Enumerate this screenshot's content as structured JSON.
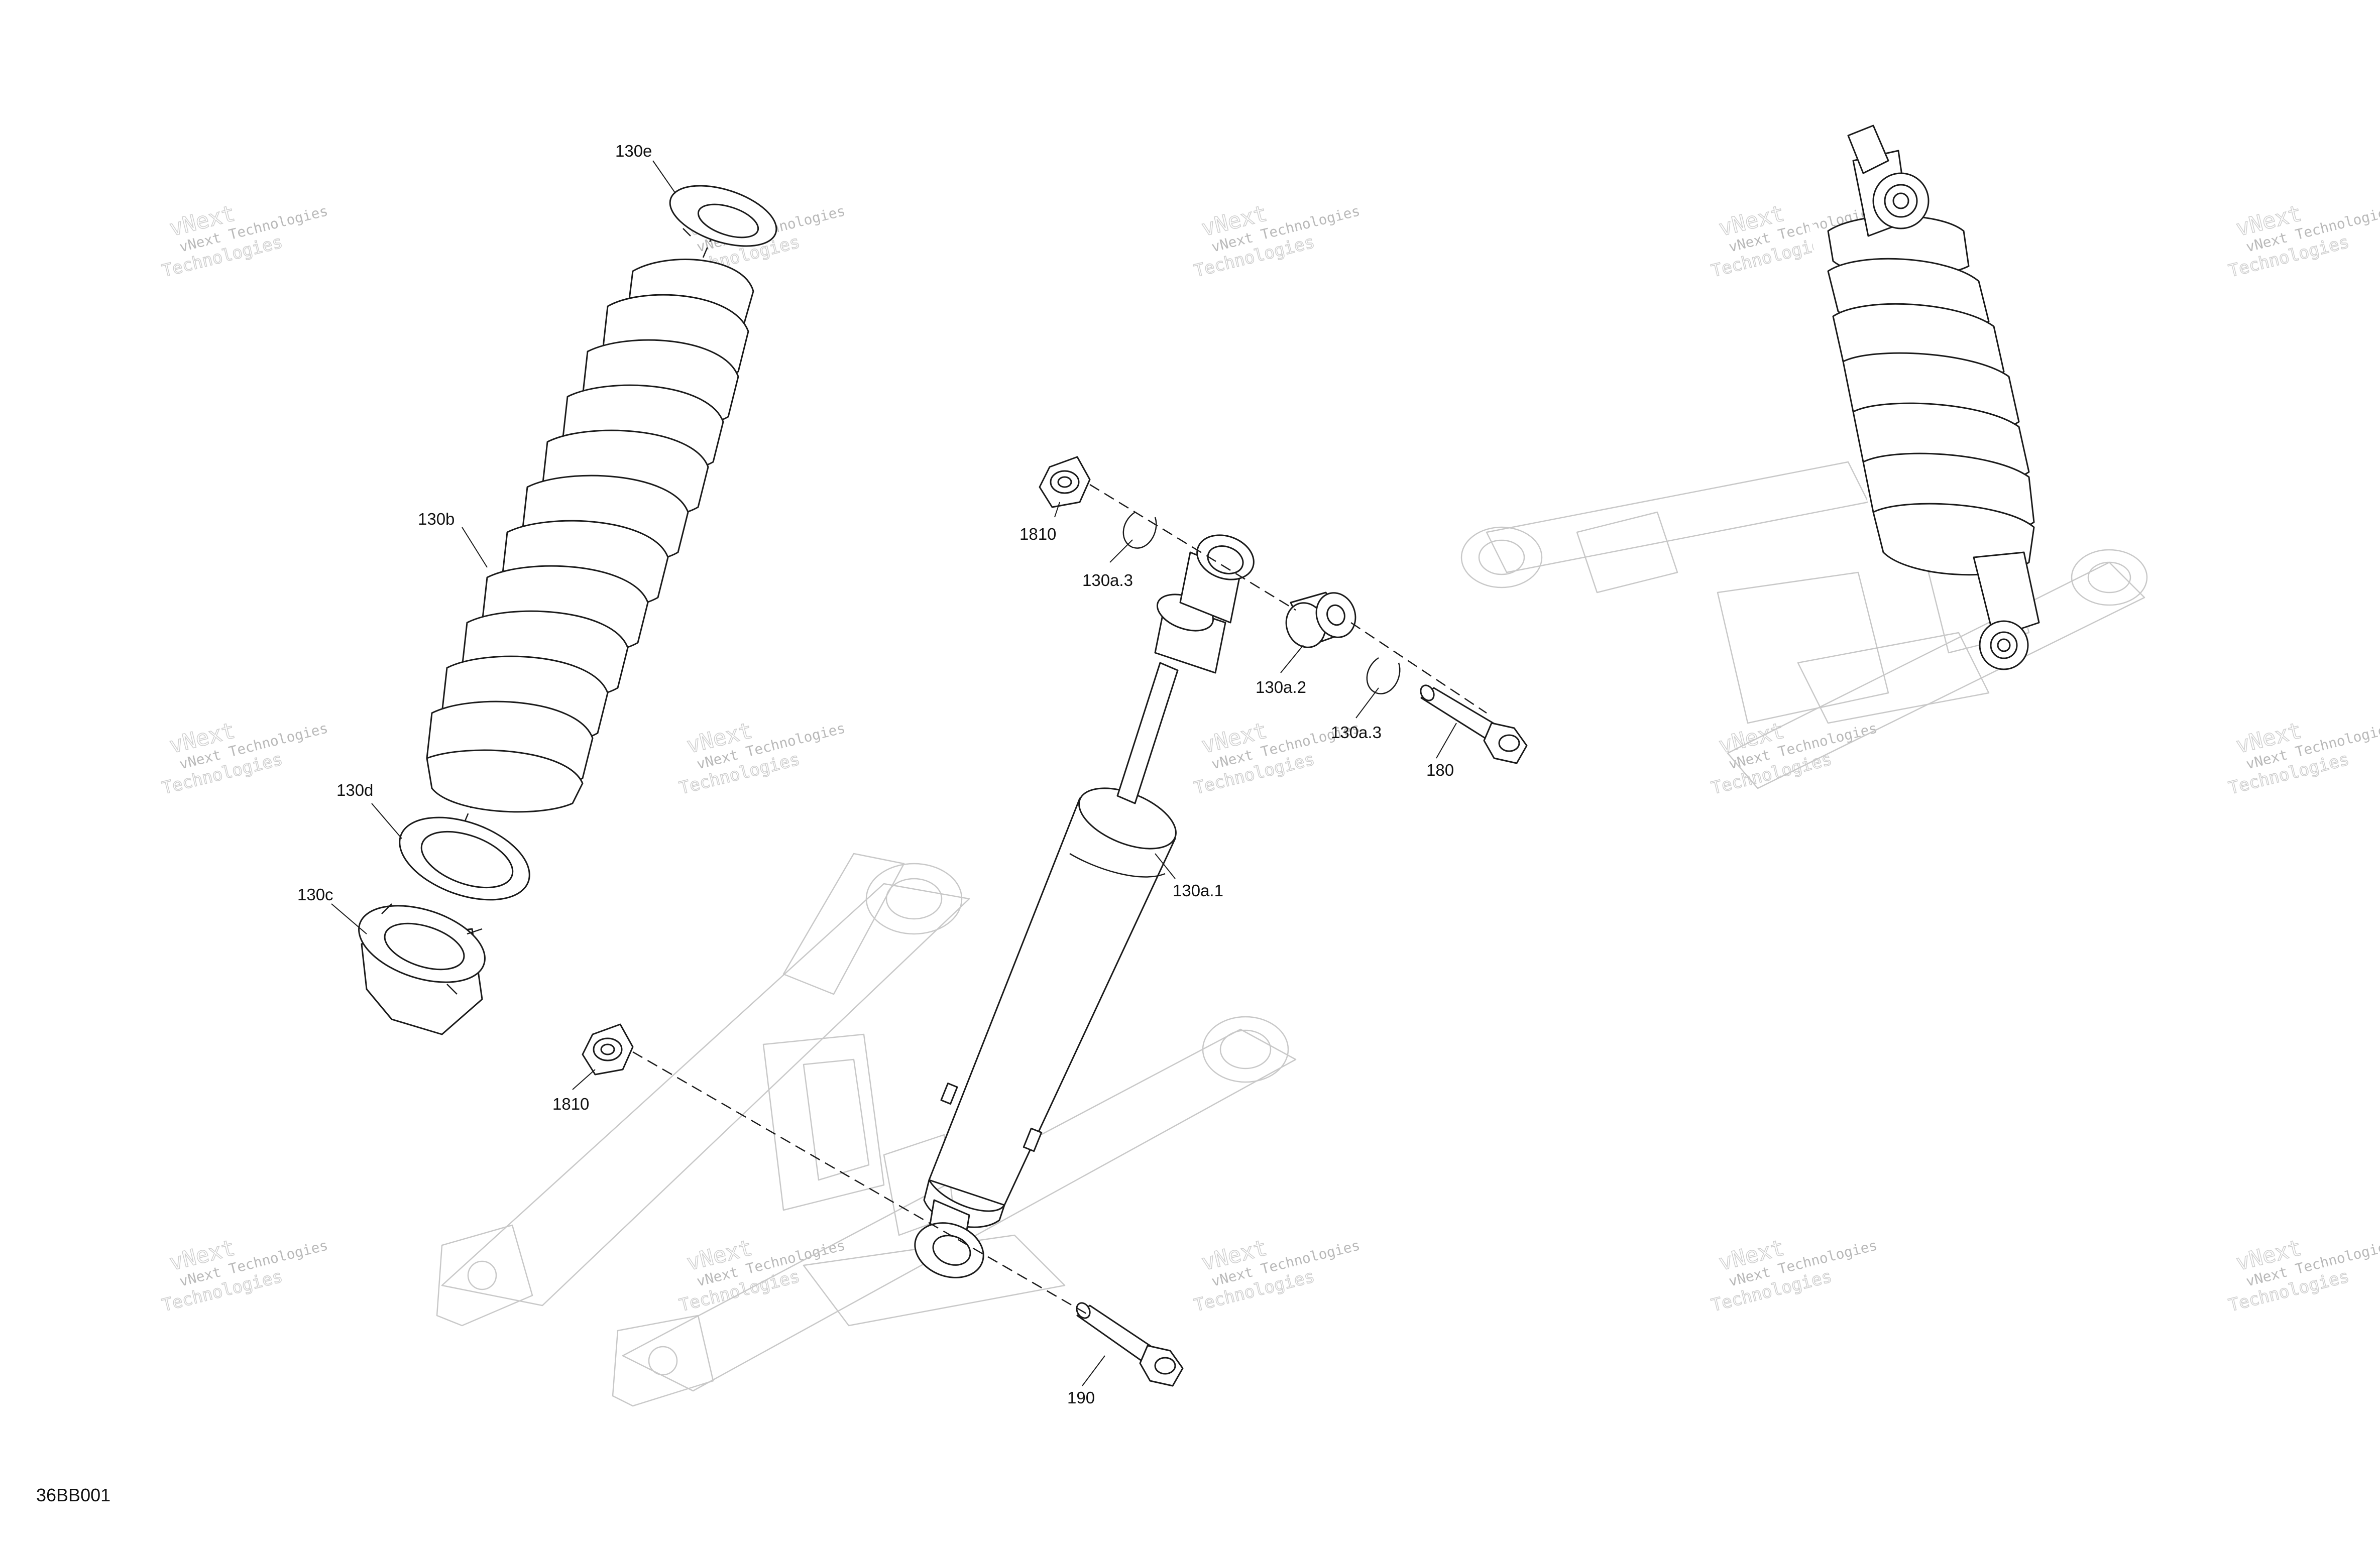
{
  "drawing_code": "36BB001",
  "watermark": {
    "line1": "vNext Technologies",
    "line2": "vNext",
    "line3": "Technologies"
  },
  "callouts": {
    "c130e": "130e",
    "c130b": "130b",
    "c130d": "130d",
    "c130c": "130c",
    "c1810_top": "1810",
    "c130a3_left": "130a.3",
    "c130a2": "130a.2",
    "c130a3_right": "130a.3",
    "c180": "180",
    "c130a1": "130a.1",
    "c1810_bottom": "1810",
    "c190": "190"
  }
}
